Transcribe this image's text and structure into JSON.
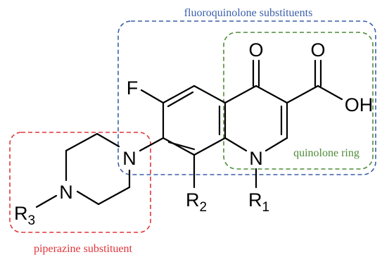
{
  "colors": {
    "fluoroquinolone": "#3a5fa8",
    "quinolone": "#4f8a3a",
    "piperazine": "#e0343a",
    "bond": "#000000"
  },
  "captions": {
    "fluoroquinolone": "fluoroquinolone substituents",
    "quinolone": "quinolone ring",
    "piperazine": "piperazine substituent"
  },
  "atoms": {
    "fluorine": "F",
    "ring_oxygen": "O",
    "acid_oxygen": "O",
    "hydroxyl": "OH",
    "quinolone_nitrogen": "N",
    "piperazine_n1": "N",
    "piperazine_n4": "N",
    "r1": "R",
    "r1_sub": "1",
    "r2": "R",
    "r2_sub": "2",
    "r3": "R",
    "r3_sub": "3"
  }
}
